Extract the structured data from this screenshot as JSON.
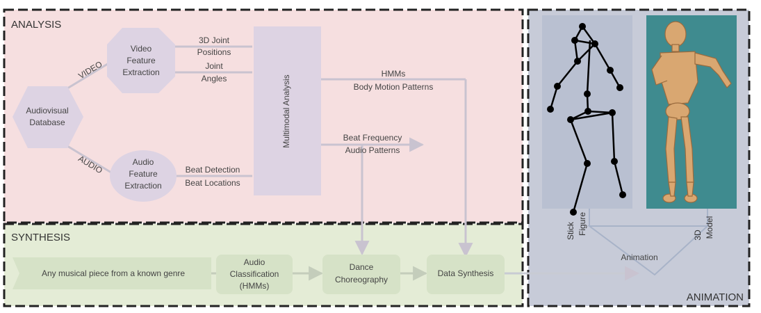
{
  "sections": {
    "analysis": "ANALYSIS",
    "synthesis": "SYNTHESIS",
    "animation": "ANIMATION"
  },
  "analysis": {
    "database": [
      "Audiovisual",
      "Database"
    ],
    "video_edge": "VIDEO",
    "audio_edge": "AUDIO",
    "video_feature": [
      "Video",
      "Feature",
      "Extraction"
    ],
    "audio_feature": [
      "Audio",
      "Feature",
      "Extraction"
    ],
    "video_outputs": [
      [
        "3D Joint",
        "Positions"
      ],
      [
        "Joint",
        "Angles"
      ]
    ],
    "audio_output": [
      "Beat Detection",
      "Beat Locations"
    ],
    "multimodal": "Multimodal Analysis",
    "hmm_output": [
      "HMMs",
      "Body Motion Patterns"
    ],
    "beat_output": [
      "Beat Frequency",
      "Audio Patterns"
    ]
  },
  "synthesis": {
    "input": "Any musical piece from a known genre",
    "classification": [
      "Audio",
      "Classification",
      "(HMMs)"
    ],
    "choreography": [
      "Dance",
      "Choreography"
    ],
    "data_synthesis": "Data Synthesis"
  },
  "animation": {
    "stick_label": [
      "Stick",
      "Figure"
    ],
    "model_label": [
      "3D",
      "Model"
    ],
    "animation_label": "Animation"
  },
  "colors": {
    "analysis_bg": "#f6dfe0",
    "synthesis_bg": "#e4ecd6",
    "animation_bg": "#c7cbd8",
    "shape_fill": "#ddd3e3",
    "synth_box": "#d6e2c7",
    "model_bg": "#3f8b8f"
  }
}
